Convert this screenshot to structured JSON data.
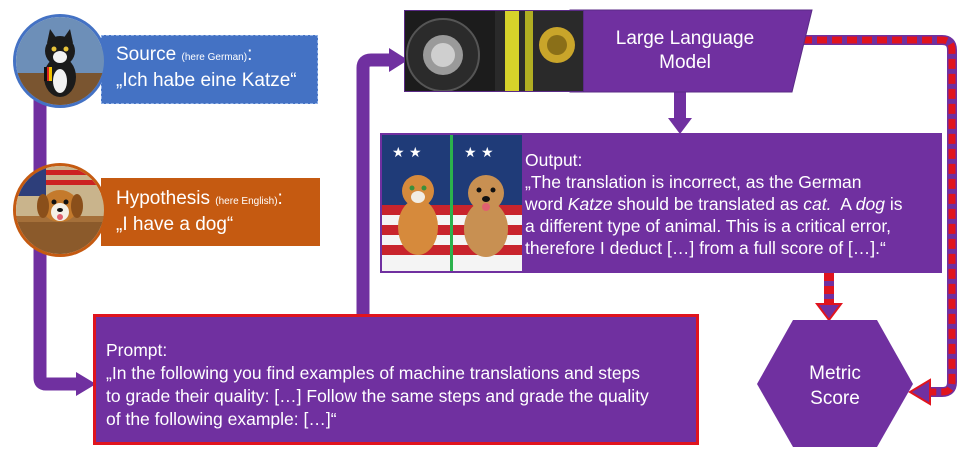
{
  "source": {
    "title": "Source",
    "note": "(here German)",
    "colon": ":",
    "text": "„Ich habe eine Katze“"
  },
  "hypothesis": {
    "title": "Hypothesis",
    "note": "(here English)",
    "colon": ":",
    "text": "„I have a dog“"
  },
  "prompt": {
    "title": "Prompt:",
    "lines": [
      "„In the following you find examples of machine translations and steps",
      "to grade their quality: […] Follow the same steps and grade the quality",
      "of the following example: […]“"
    ]
  },
  "llm": {
    "line1": "Large Language",
    "line2": "Model"
  },
  "output": {
    "title": "Output:",
    "line1": "„The translation is incorrect, as the German",
    "line2_a": "word ",
    "line2_katze": "Katze",
    "line2_b": " should be translated as ",
    "line2_cat": "cat.",
    "line2_c": "  A ",
    "line2_dog": "dog",
    "line2_d": " is",
    "line3": "a different type of animal. This is a critical error,",
    "line4": "therefore I deduct […] from a full score of […].“"
  },
  "metric": {
    "line1": "Metric",
    "line2": "Score"
  },
  "colors": {
    "purple": "#7030a0",
    "blue": "#4472c4",
    "orange": "#c55a11",
    "red": "#e0141e"
  }
}
